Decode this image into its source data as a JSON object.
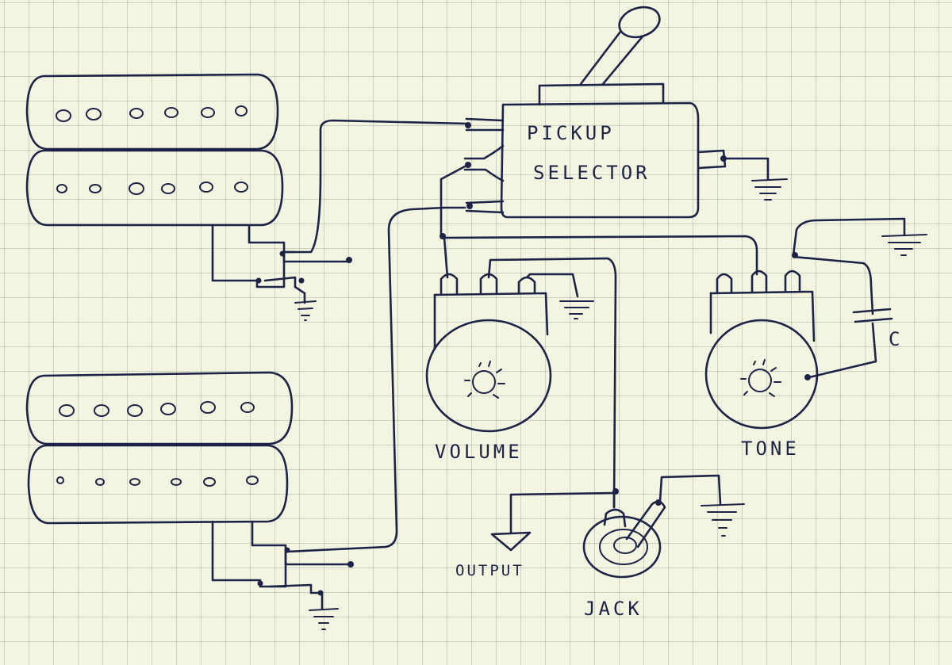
{
  "labels": {
    "selector_line1": "PICKUP",
    "selector_line2": "SELECTOR",
    "volume": "VOLUME",
    "tone": "TONE",
    "capacitor": "C",
    "output": "OUTPUT",
    "jack": "JACK"
  },
  "colors": {
    "ink": "#1d2346",
    "paper": "#f4f5e1",
    "grid": "#96a596"
  },
  "components": [
    "neck-humbucker",
    "bridge-humbucker",
    "pickup-selector-switch",
    "volume-pot",
    "tone-pot",
    "tone-capacitor",
    "output-jack",
    "ground-symbols"
  ]
}
